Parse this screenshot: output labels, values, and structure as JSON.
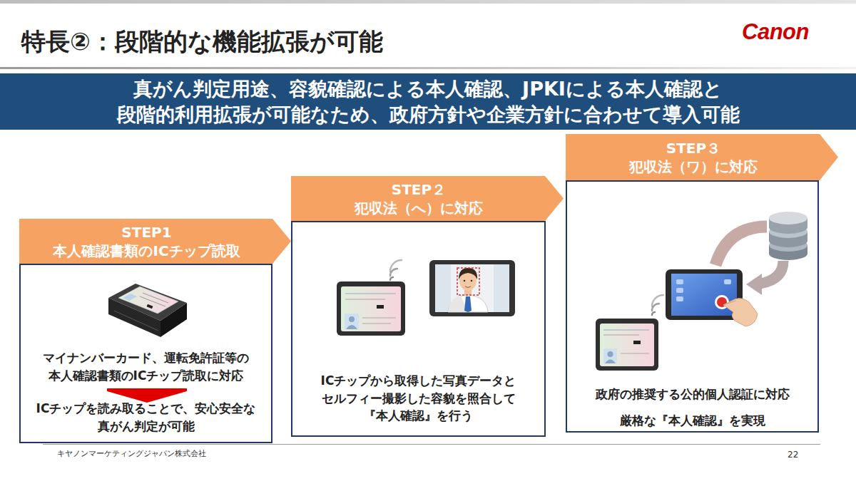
{
  "diagram": {
    "title": "特長②：段階的な機能拡張が可能",
    "nodes": [
      {
        "text": [
          "真がん判定用途、容貌確認による本人確認、JPKIによる本人確認と 段階的利用拡張が可能なため、政府方針や企業方針に合わせて導入可能"
        ]
      },
      {
        "text": [
          "STEP1",
          "本人確認書類のICチップ読取"
        ]
      },
      {
        "text": [
          "マイナンバーカード、運転免許証等の 本人確認書類のICチップ読取に対応",
          "ICチップを読み取ることで、安心安全な 真がん判定が可能"
        ]
      },
      {
        "text": [
          "STEP２",
          "犯収法（へ）に対応"
        ]
      },
      {
        "text": [
          "ICチップから取得した写真データと セルフィー撮影した容貌を照合して 『本人確認』を行う"
        ]
      },
      {
        "text": [
          "STEP３",
          "犯収法（ワ）に対応"
        ]
      },
      {
        "text": [
          "政府の推奨する公的個人認証に対応",
          "厳格な『本人確認』を実現"
        ]
      }
    ],
    "labels": [
      "Canon",
      "キヤノンマーケティングジャパン株式会社",
      "22"
    ]
  }
}
